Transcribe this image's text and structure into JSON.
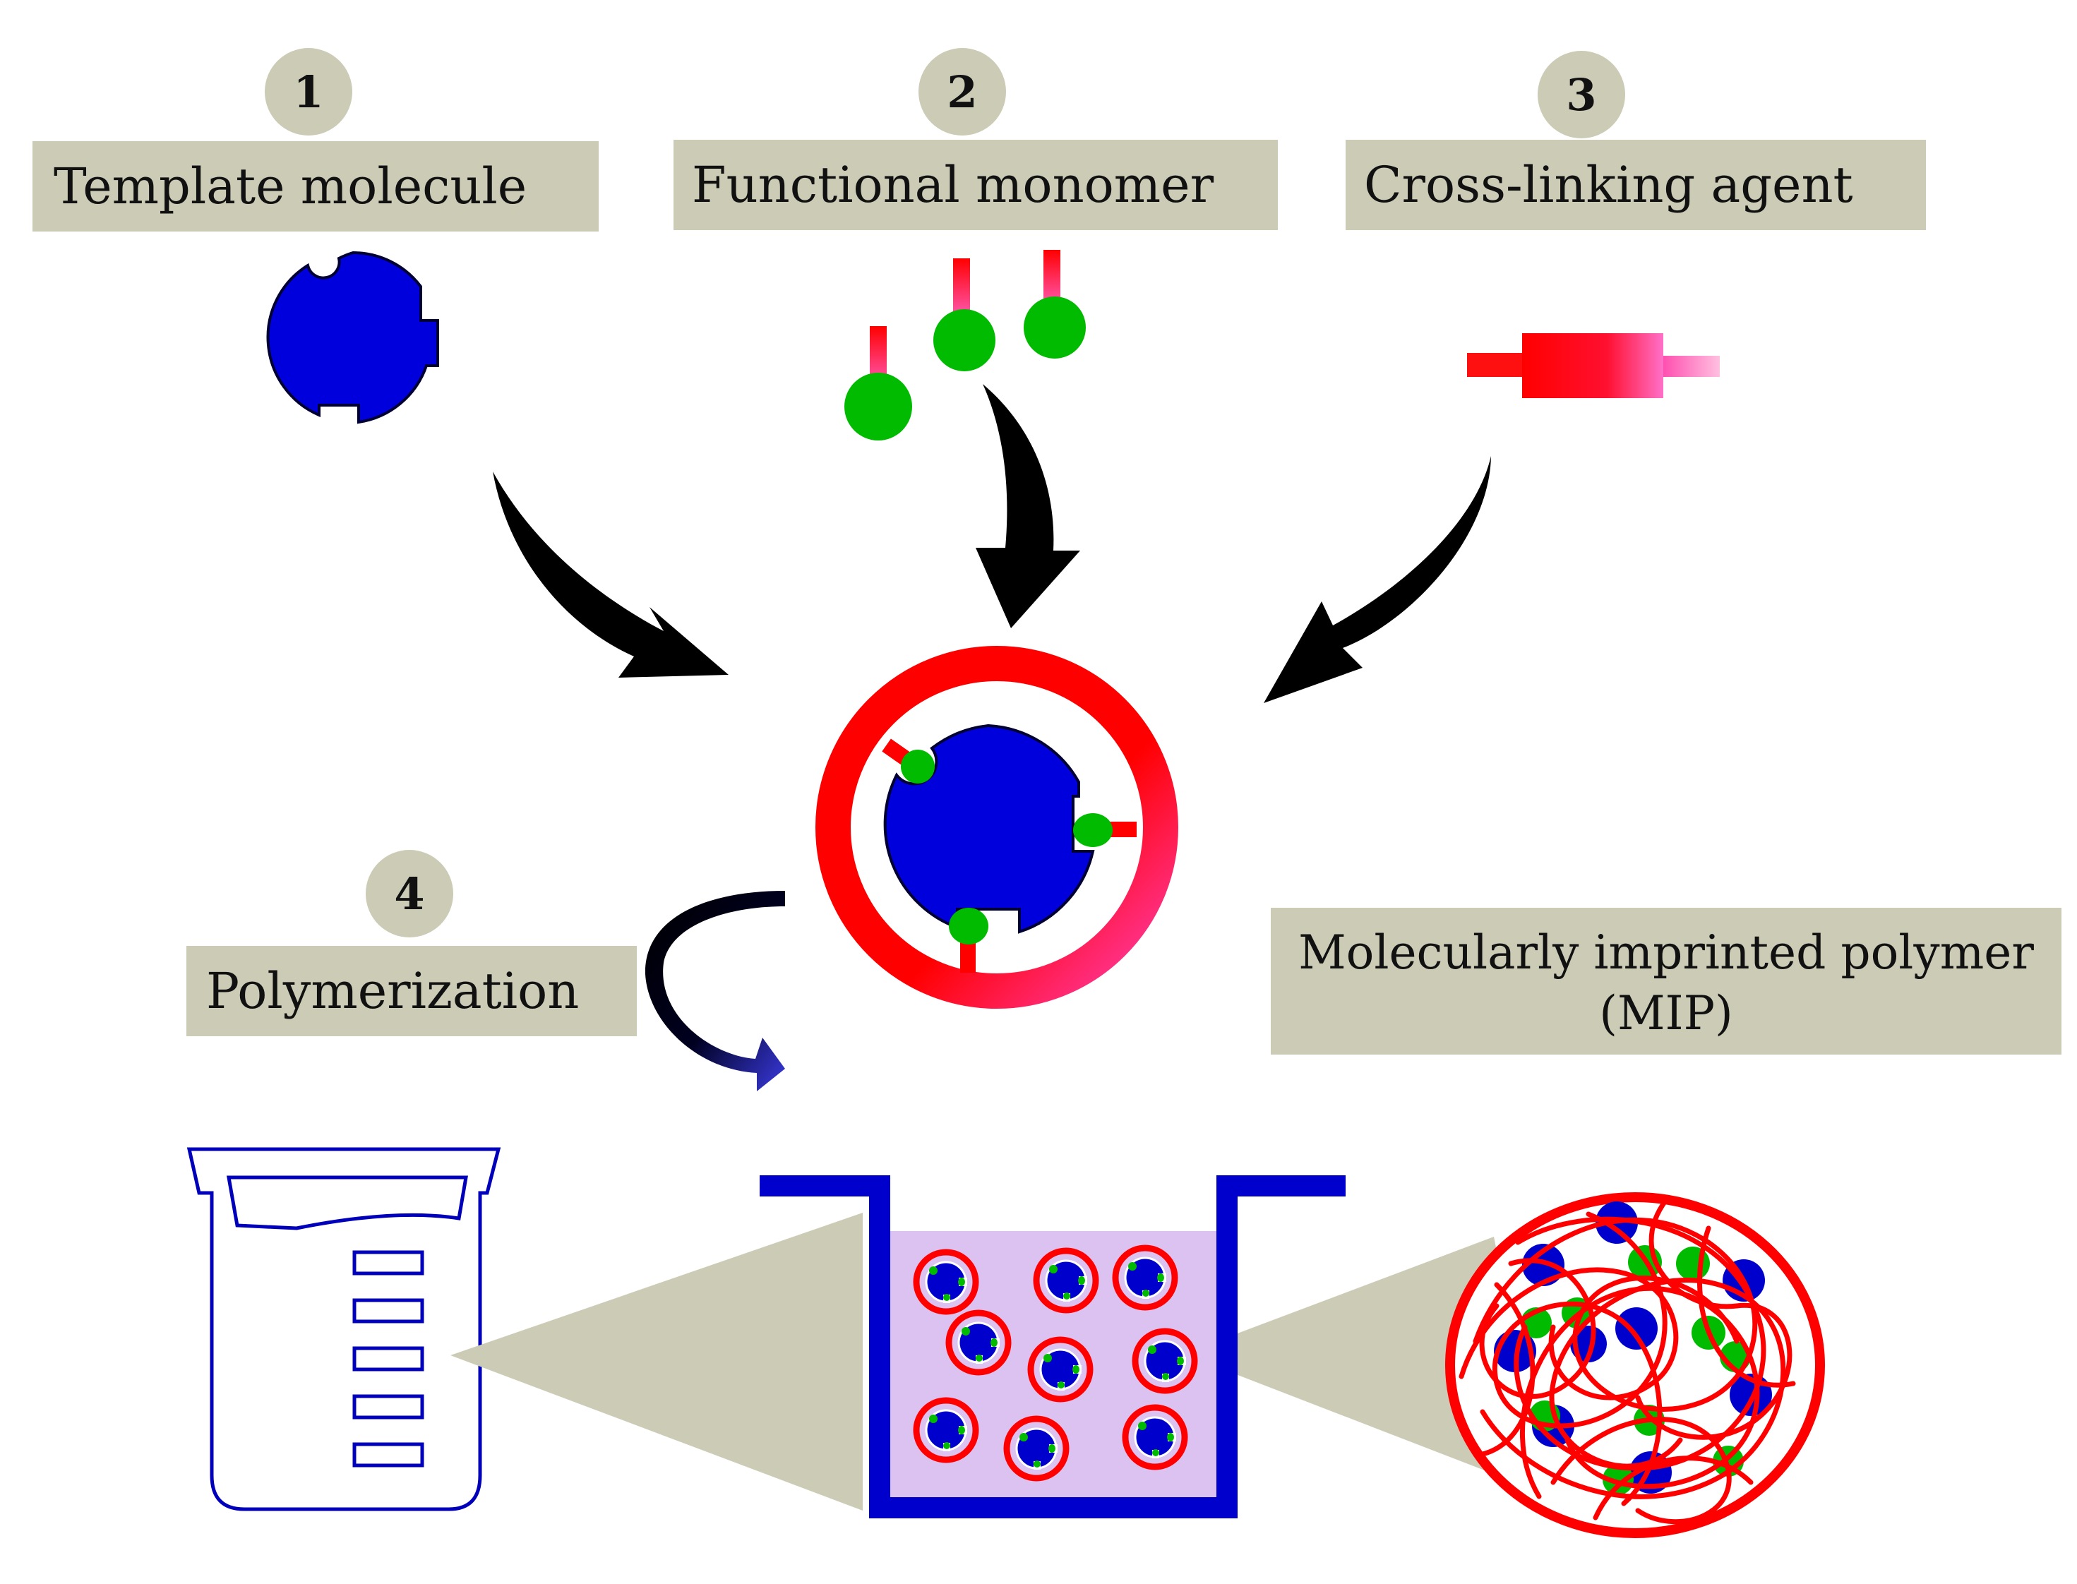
{
  "steps": [
    {
      "number": "1",
      "label": "Template molecule"
    },
    {
      "number": "2",
      "label": "Functional monomer"
    },
    {
      "number": "3",
      "label": "Cross-linking agent"
    },
    {
      "number": "4",
      "label": "Polymerization"
    }
  ],
  "mip": {
    "line1": "Molecularly imprinted polymer",
    "line2": "(MIP)"
  },
  "colors": {
    "template": "#0000cc",
    "monomer_head": "#00bb00",
    "polymer": "#ff0000",
    "polymer_fade": "#ff40a0",
    "label_bg": "#cccbb6",
    "solution": "#dcc2f0",
    "arrow": "#000000"
  }
}
